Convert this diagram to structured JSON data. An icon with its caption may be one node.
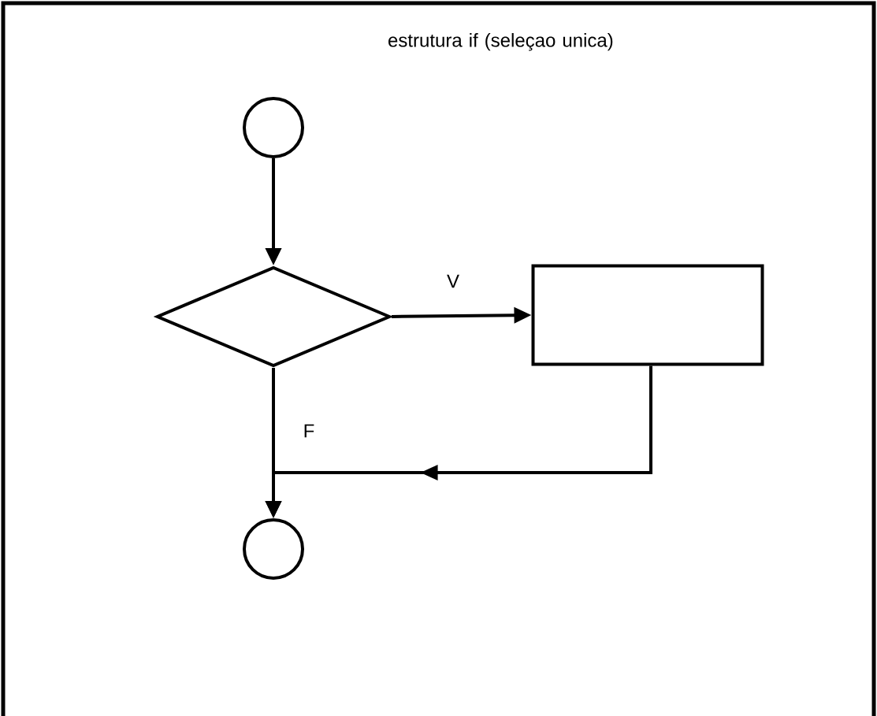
{
  "diagram": {
    "title": "estrutura if (seleçao unica)",
    "nodes": [
      {
        "text": [],
        "shape": "circle"
      },
      {
        "text": [],
        "shape": "diamond"
      },
      {
        "text": [],
        "shape": "box"
      },
      {
        "text": [],
        "shape": "circle"
      }
    ],
    "edges": [
      {
        "from": 0,
        "to": 1,
        "arrow": "to"
      },
      {
        "from": 1,
        "to": 2,
        "arrow": "to",
        "label": "V"
      },
      {
        "from": 1,
        "to": 3,
        "arrow": "to",
        "label": "F"
      },
      {
        "from": 2,
        "to": 3,
        "arrow": "to"
      }
    ]
  }
}
